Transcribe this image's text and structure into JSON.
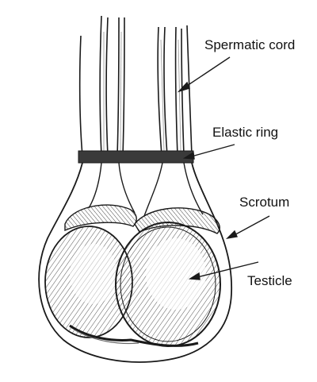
{
  "labels": {
    "spermatic_cord": "Spermatic cord",
    "elastic_ring": "Elastic ring",
    "scrotum": "Scrotum",
    "testicle": "Testicle"
  },
  "colors": {
    "ink": "#1a1a1a",
    "ring": "#3a3a3a",
    "shade": "#6a6a6a",
    "background": "#ffffff"
  }
}
